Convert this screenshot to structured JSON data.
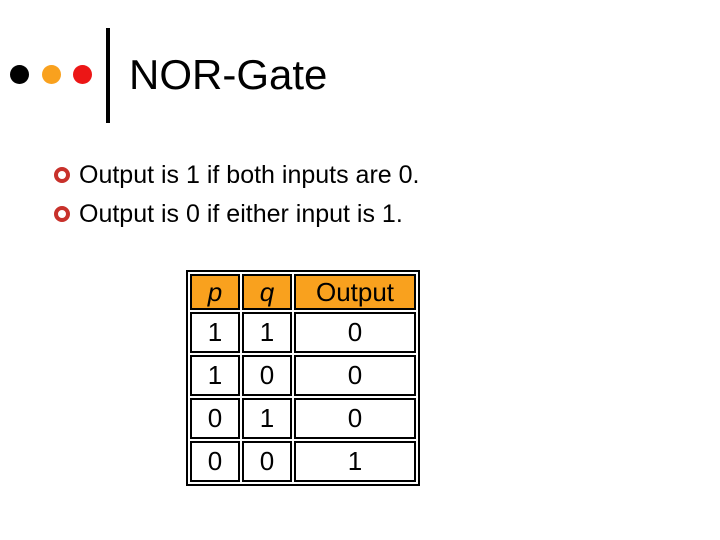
{
  "slide": {
    "title": "NOR-Gate",
    "bullets": [
      "Output is 1 if both inputs are 0.",
      "Output is 0 if either input is 1."
    ]
  },
  "logo": {
    "dot_icons": [
      "circle-black-icon",
      "circle-orange-icon",
      "circle-red-icon"
    ],
    "divider_icon": "vertical-bar"
  },
  "bullet_icon": "open-circle-bullet",
  "table": {
    "headers": [
      "p",
      "q",
      "Output"
    ],
    "rows": [
      [
        "1",
        "1",
        "0"
      ],
      [
        "1",
        "0",
        "0"
      ],
      [
        "0",
        "1",
        "0"
      ],
      [
        "0",
        "0",
        "1"
      ]
    ]
  },
  "colors": {
    "title_text": "#000000",
    "body_text": "#000000",
    "dot_black": "#000000",
    "dot_orange": "#F9A11E",
    "dot_red": "#EC1616",
    "divider": "#000000",
    "bullet_marker": "#C8312B",
    "table_header_bg": "#F9A11E",
    "table_border": "#000000"
  }
}
